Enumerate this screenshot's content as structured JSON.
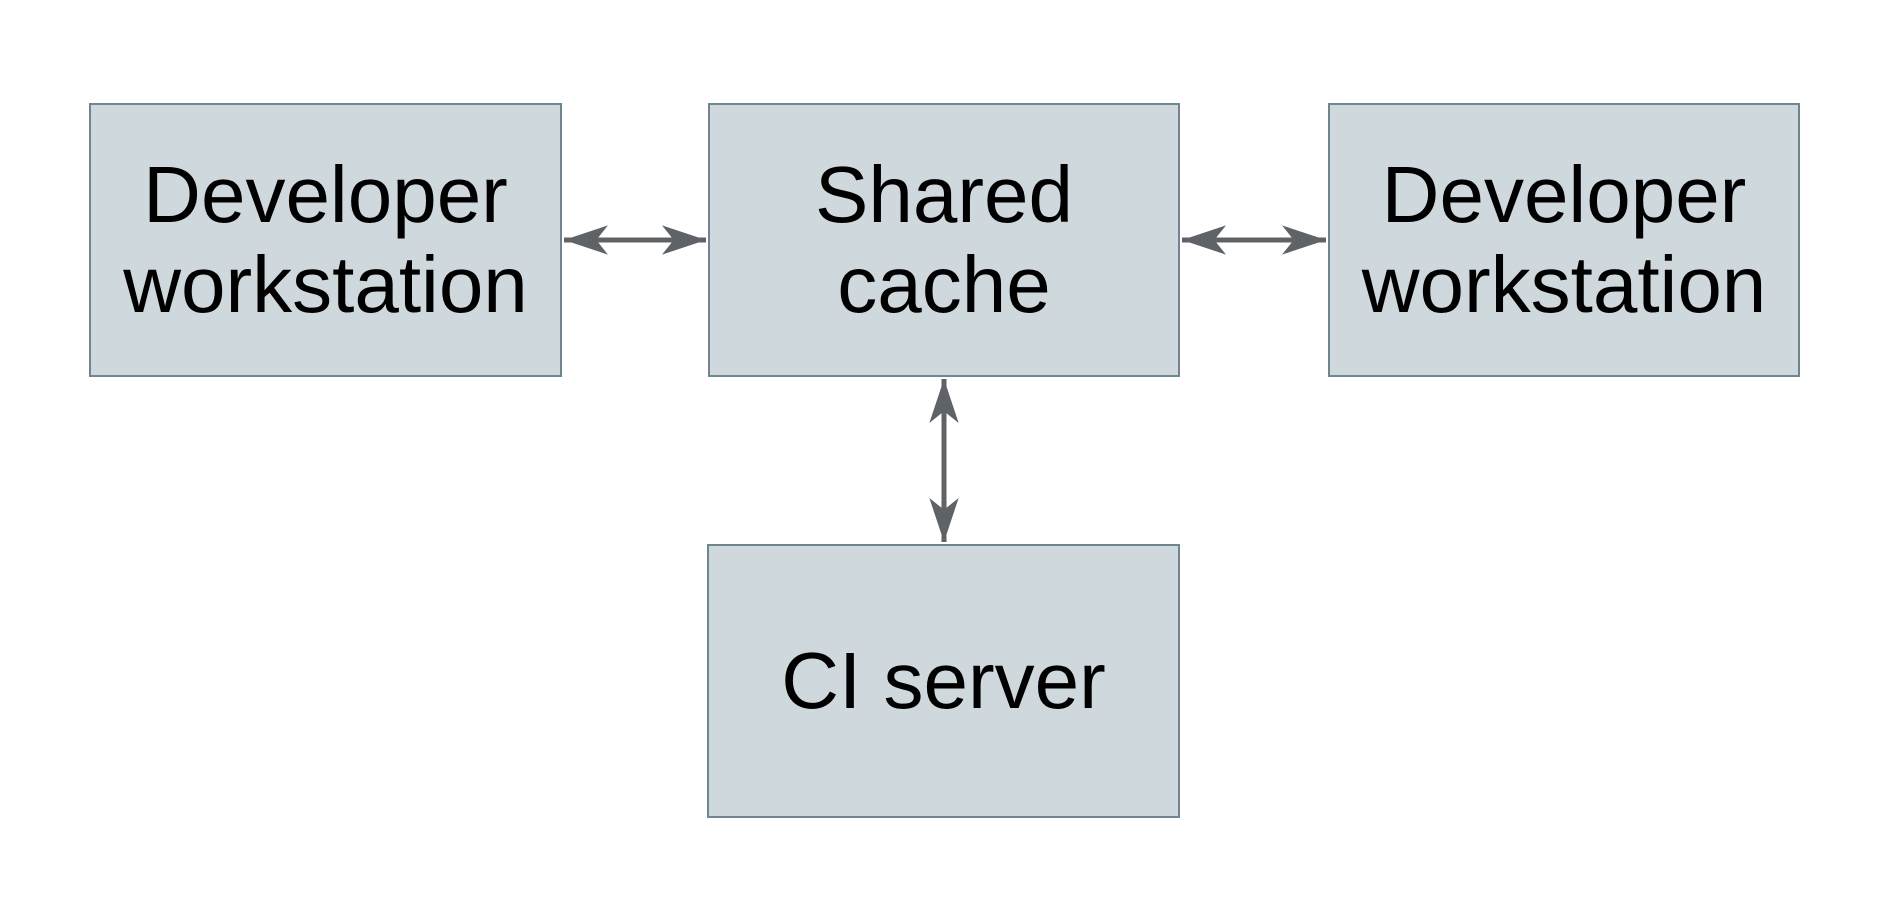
{
  "diagram": {
    "type": "architecture-diagram",
    "colors": {
      "background": "#ffffff",
      "node_fill": "#cfd8dc",
      "node_border": "#6f8691",
      "arrow": "#5f6368",
      "text": "#000000"
    },
    "nodes": [
      {
        "name": "developer-workstation-left",
        "label": "Developer workstation",
        "lines": [
          "Developer",
          "workstation"
        ]
      },
      {
        "name": "shared-cache",
        "label": "Shared cache",
        "lines": [
          "Shared",
          "cache"
        ]
      },
      {
        "name": "developer-workstation-right",
        "label": "Developer workstation",
        "lines": [
          "Developer",
          "workstation"
        ]
      },
      {
        "name": "ci-server",
        "label": "CI server",
        "lines": [
          "CI server"
        ]
      }
    ],
    "edges": [
      {
        "from": "developer-workstation-left",
        "to": "shared-cache",
        "type": "bidirectional-arrow"
      },
      {
        "from": "shared-cache",
        "to": "developer-workstation-right",
        "type": "bidirectional-arrow"
      },
      {
        "from": "shared-cache",
        "to": "ci-server",
        "type": "bidirectional-arrow"
      }
    ]
  }
}
